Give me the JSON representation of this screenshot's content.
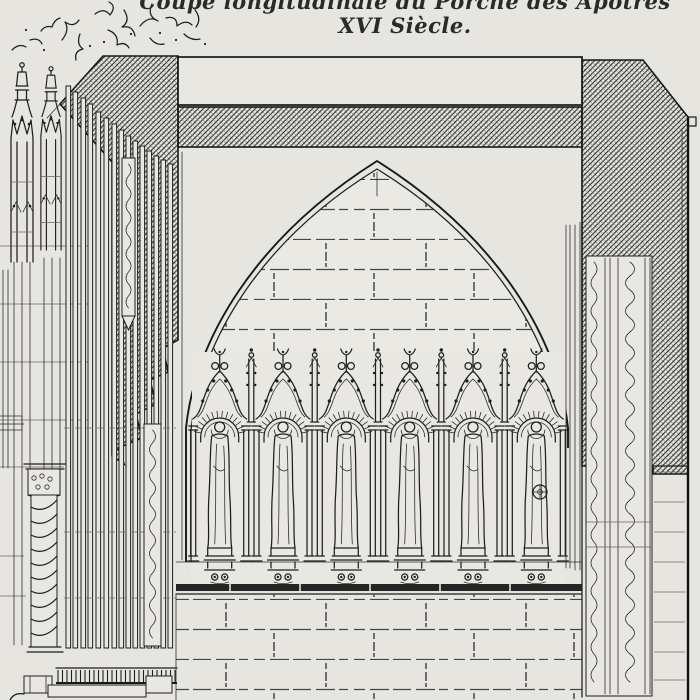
{
  "caption": {
    "line1": "Coupe longitudinale du Porche des Apôtres",
    "line2": "XVI Siècle."
  },
  "palette": {
    "paper": "#e7e5e0",
    "ink": "#1f1f1f",
    "section_hatch": "#2b2b2b",
    "ledge_band": "#242424"
  },
  "frieze": {
    "statue_count": 6
  }
}
